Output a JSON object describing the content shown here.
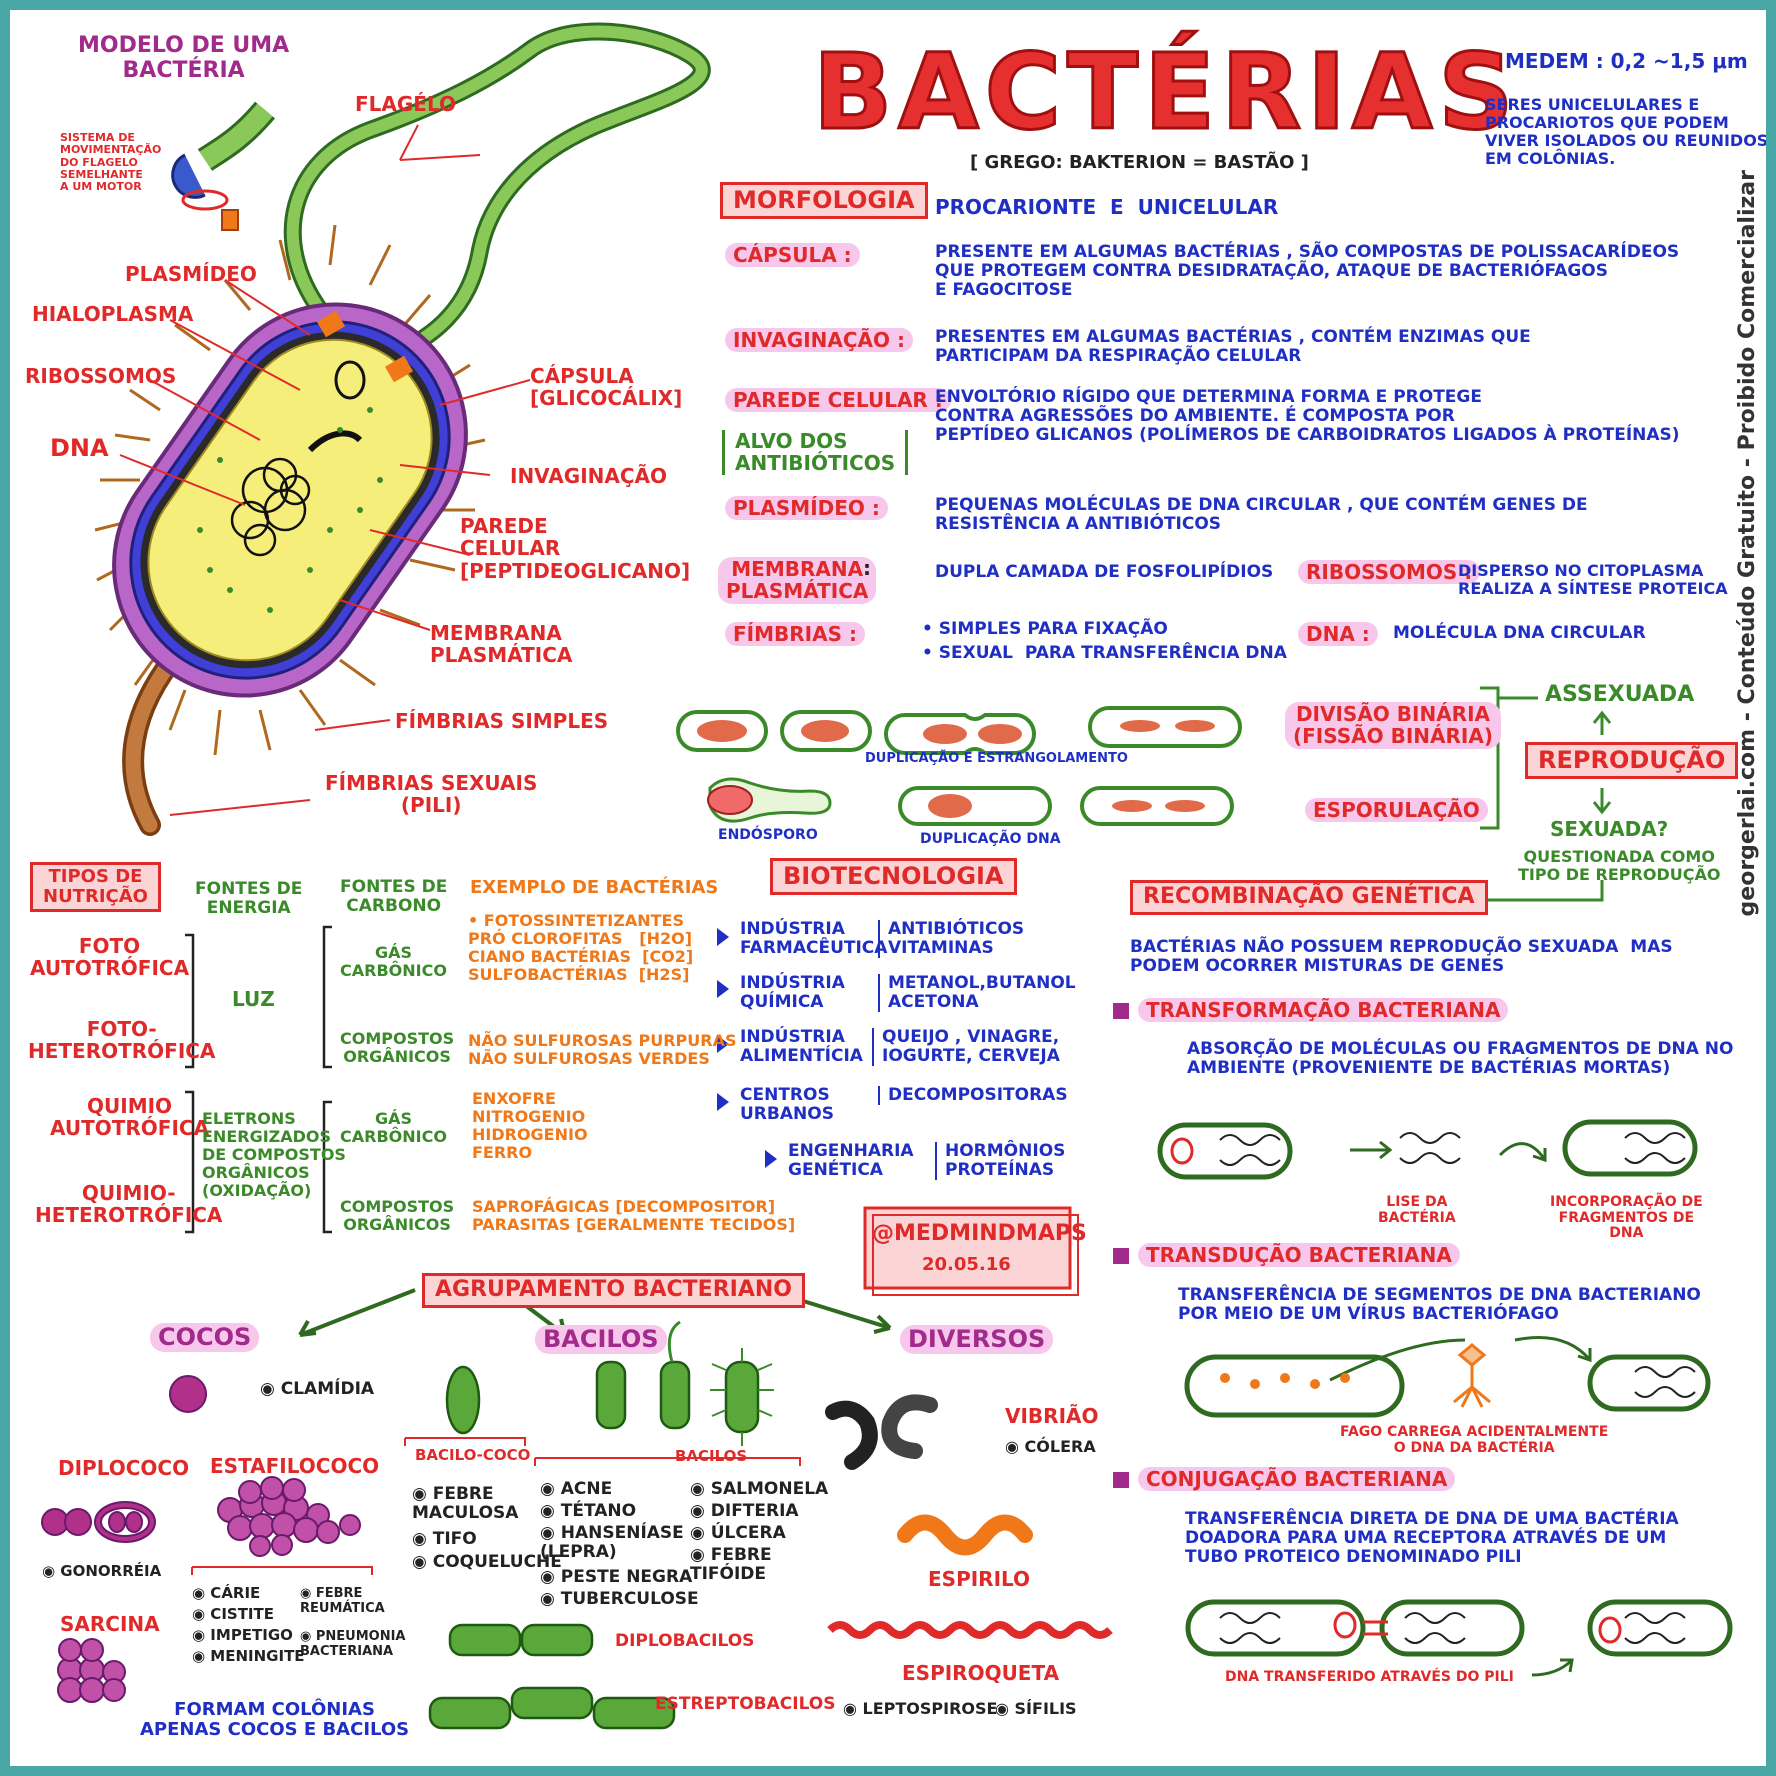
{
  "title": "BACTÉRIAS",
  "etymology": "[ GREGO: BAKTERION = BASTÃO ]",
  "measure": "MEDEM : 0,2 ~1,5 μm",
  "intro": "SERES UNICELULARES E\nPROCARIOTOS QUE PODEM\nVIVER ISOLADOS OU REUNIDOS\nEM COLÔNIAS.",
  "watermark": "georgerlai.com  -  Conteúdo Gratuito  -  Proibido Comercializar",
  "diagram": {
    "heading": "MODELO DE UMA\nBACTÉRIA",
    "motor_note": "SISTEMA DE\nMOVIMENTAÇÃO\nDO FLAGELO\nSEMELHANTE\nA UM MOTOR",
    "labels": {
      "flagelo": "FLAGÉLO",
      "plasmideo": "PLASMÍDEO",
      "hialoplasma": "HIALOPLASMA",
      "ribossomos": "RIBOSSOMOS",
      "dna": "DNA",
      "capsula": "CÁPSULA\n[GLICOCÁLIX]",
      "invaginacao": "INVAGINAÇÃO",
      "parede": "PAREDE\nCELULAR\n[PEPTIDEOGLICANO]",
      "membrana": "MEMBRANA\nPLASMÁTICA",
      "fimbrias_simples": "FÍMBRIAS SIMPLES",
      "fimbrias_sexuais": "FÍMBRIAS SEXUAIS\n(PILI)"
    }
  },
  "morfologia": {
    "heading": "MORFOLOGIA",
    "subtitle": "PROCARIONTE  E  UNICELULAR",
    "capsula": {
      "label": "CÁPSULA :",
      "text": "PRESENTE EM ALGUMAS BACTÉRIAS , SÃO COMPOSTAS DE POLISSACARÍDEOS\nQUE PROTEGEM CONTRA DESIDRATAÇÃO, ATAQUE DE BACTERIÓFAGOS\nE FAGOCITOSE"
    },
    "invaginacao": {
      "label": "INVAGINAÇÃO :",
      "text": "PRESENTES EM ALGUMAS BACTÉRIAS , CONTÉM ENZIMAS QUE\nPARTICIPAM DA RESPIRAÇÃO CELULAR"
    },
    "parede": {
      "label": "PAREDE CELULAR :",
      "text": "ENVOLTÓRIO RÍGIDO QUE DETERMINA FORMA E PROTEGE\nCONTRA AGRESSÕES DO AMBIENTE. É COMPOSTA POR\nPEPTÍDEO GLICANOS (POLÍMEROS DE CARBOIDRATOS LIGADOS À PROTEÍNAS)",
      "alvo": "ALVO DOS\nANTIBIÓTICOS"
    },
    "plasmideo": {
      "label": "PLASMÍDEO :",
      "text": "PEQUENAS MOLÉCULAS DE DNA CIRCULAR , QUE CONTÉM GENES DE\nRESISTÊNCIA A ANTIBIÓTICOS"
    },
    "membrana": {
      "label": "MEMBRANA\nPLASMÁTICA",
      "colon": ":",
      "text": "DUPLA CAMADA DE FOSFOLIPÍDIOS"
    },
    "ribossomos": {
      "label": "RIBOSSOMOS :",
      "text": "DISPERSO NO CITOPLASMA\nREALIZA A SÍNTESE PROTEICA"
    },
    "fimbrias": {
      "label": "FÍMBRIAS :",
      "items": [
        "• SIMPLES PARA FIXAÇÃO",
        "• SEXUAL  PARA TRANSFERÊNCIA DNA"
      ]
    },
    "dna": {
      "label": "DNA :",
      "text": "MOLÉCULA DNA CIRCULAR"
    }
  },
  "reproducao": {
    "dup_estrang": "DUPLICAÇÃO E ESTRANGOLAMENTO",
    "endosporo": "ENDÓSPORO",
    "dup_dna": "DUPLICAÇÃO DNA",
    "divisao": "DIVISÃO BINÁRIA\n(FISSÃO BINÁRIA)",
    "esporulacao": "ESPORULAÇÃO",
    "assexuada": "ASSEXUADA",
    "heading": "REPRODUÇÃO",
    "sexuada": "SEXUADA?",
    "sexuada_note": "QUESTIONADA COMO\nTIPO DE REPRODUÇÃO"
  },
  "nutricao": {
    "heading": "TIPOS DE\nNUTRIÇÃO",
    "col_energia": "FONTES DE\nENERGIA",
    "col_carbono": "FONTES DE\nCARBONO",
    "col_exemplo": "EXEMPLO DE BACTÉRIAS",
    "foto_auto": "FOTO\nAUTOTRÓFICA",
    "foto_hetero": "FOTO-\nHETEROTRÓFICA",
    "luz": "LUZ",
    "gas1": "GÁS\nCARBÔNICO",
    "org1": "COMPOSTOS\nORGÂNICOS",
    "ex_foto": "• FOTOSSINTETIZANTES\nPRÓ CLOROFITAS   [H2O]\nCIANO BACTÉRIAS  [CO2]\nSULFOBACTÉRIAS  [H2S]",
    "ex_nao": "NÃO SULFUROSAS PURPURAS\nNÃO SULFUROSAS VERDES",
    "quimio_auto": "QUIMIO\nAUTOTRÓFICA",
    "quimio_hetero": "QUIMIO-\nHETEROTRÓFICA",
    "eletrons": "ELETRONS\nENERGIZADOS\nDE COMPOSTOS\nORGÂNICOS\n(OXIDAÇÃO)",
    "gas2": "GÁS\nCARBÔNICO",
    "org2": "COMPOSTOS\nORGÂNICOS",
    "ex_quimio": "ENXOFRE\nNITROGENIO\nHIDROGENIO\nFERRO",
    "ex_sapro": "SAPROFÁGICAS [DECOMPOSITOR]\nPARASITAS [GERALMENTE TECIDOS]"
  },
  "biotecnologia": {
    "heading": "BIOTECNOLOGIA",
    "rows": [
      {
        "label": "INDÚSTRIA\nFARMACÊUTICA",
        "value": "ANTIBIÓTICOS\nVITAMINAS"
      },
      {
        "label": "INDÚSTRIA\nQUÍMICA",
        "value": "METANOL,BUTANOL\nACETONA"
      },
      {
        "label": "INDÚSTRIA\nALIMENTÍCIA",
        "value": "QUEIJO , VINAGRE,\nIOGURTE, CERVEJA"
      },
      {
        "label": "CENTROS\nURBANOS",
        "value": "DECOMPOSITORAS"
      },
      {
        "label": "ENGENHARIA\nGENÉTICA",
        "value": "HORMÔNIOS\nPROTEÍNAS"
      }
    ]
  },
  "stamp": {
    "handle": "@MEDMINDMAPS",
    "date": "20.05.16"
  },
  "recombinacao": {
    "heading": "RECOMBINAÇÃO GENÉTICA",
    "intro": "BACTÉRIAS NÃO POSSUEM REPRODUÇÃO SEXUADA  MAS\nPODEM OCORRER MISTURAS DE GENES",
    "transformacao": {
      "title": "TRANSFORMAÇÃO BACTERIANA",
      "text": "ABSORÇÃO DE MOLÉCULAS OU FRAGMENTOS DE DNA NO\nAMBIENTE (PROVENIENTE DE BACTÉRIAS MORTAS)",
      "lise": "LISE DA\nBACTÉRIA",
      "incorp": "INCORPORAÇÃO DE\nFRAGMENTOS DE\nDNA"
    },
    "transducao": {
      "title": "TRANSDUÇÃO BACTERIANA",
      "text": "TRANSFERÊNCIA DE SEGMENTOS DE DNA BACTERIANO\nPOR MEIO DE UM VÍRUS BACTERIÓFAGO",
      "fago": "FAGO CARREGA ACIDENTALMENTE\nO DNA DA BACTÉRIA"
    },
    "conjugacao": {
      "title": "CONJUGAÇÃO BACTERIANA",
      "text": "TRANSFERÊNCIA DIRETA DE DNA DE UMA BACTÉRIA\nDOADORA PARA UMA RECEPTORA ATRAVÉS DE UM\nTUBO PROTEICO DENOMINADO PILI",
      "note": "DNA TRANSFERIDO ATRAVÉS DO PILI"
    }
  },
  "agrupamento": {
    "heading": "AGRUPAMENTO BACTERIANO",
    "cocos": "COCOS",
    "clamidia": "◉ CLAMÍDIA",
    "diplococo": "DIPLOCOCO",
    "gonorreia": "◉ GONORRÉIA",
    "estafilococo": "ESTAFILOCOCO",
    "estafilo_items": [
      "◉ CÁRIE",
      "◉ CISTITE",
      "◉ IMPETIGO",
      "◉ MENINGITE"
    ],
    "estafilo_items2": [
      "◉ FEBRE\nREUMÁTICA",
      "◉ PNEUMONIA\nBACTERIANA"
    ],
    "sarcina": "SARCINA",
    "colonias": "FORMAM COLÔNIAS\nAPENAS COCOS E BACILOS",
    "bacilos": "BACILOS",
    "bacilo_coco": "BACILO-COCO",
    "bacilos_label": "BACILOS",
    "bc_items": [
      "◉ FEBRE\nMACULOSA",
      "◉ TIFO",
      "◉ COQUELUCHE"
    ],
    "bac_items": [
      "◉ ACNE",
      "◉ TÉTANO",
      "◉ HANSENÍASE\n(LEPRA)",
      "◉ PESTE NEGRA",
      "◉ TUBERCULOSE"
    ],
    "bac_items2": [
      "◉ SALMONELA",
      "◉ DIFTERIA",
      "◉ ÚLCERA",
      "◉ FEBRE\nTIFÓIDE"
    ],
    "diplobacilos": "DIPLOBACILOS",
    "estreptobacilos": "ESTREPTOBACILOS",
    "diversos": "DIVERSOS",
    "vibriao": "VIBRIÃO",
    "colera": "◉ CÓLERA",
    "espirilo": "ESPIRILO",
    "espiroqueta": "ESPIROQUETA",
    "leptospirose": "◉ LEPTOSPIROSE",
    "sifilis": "◉ SÍFILIS"
  },
  "colors": {
    "red": "#e02a2a",
    "blue": "#1f2fc4",
    "green": "#3a8a2a",
    "orange": "#f07818",
    "purple": "#a22a8a",
    "frame": "#4aa7a8"
  }
}
